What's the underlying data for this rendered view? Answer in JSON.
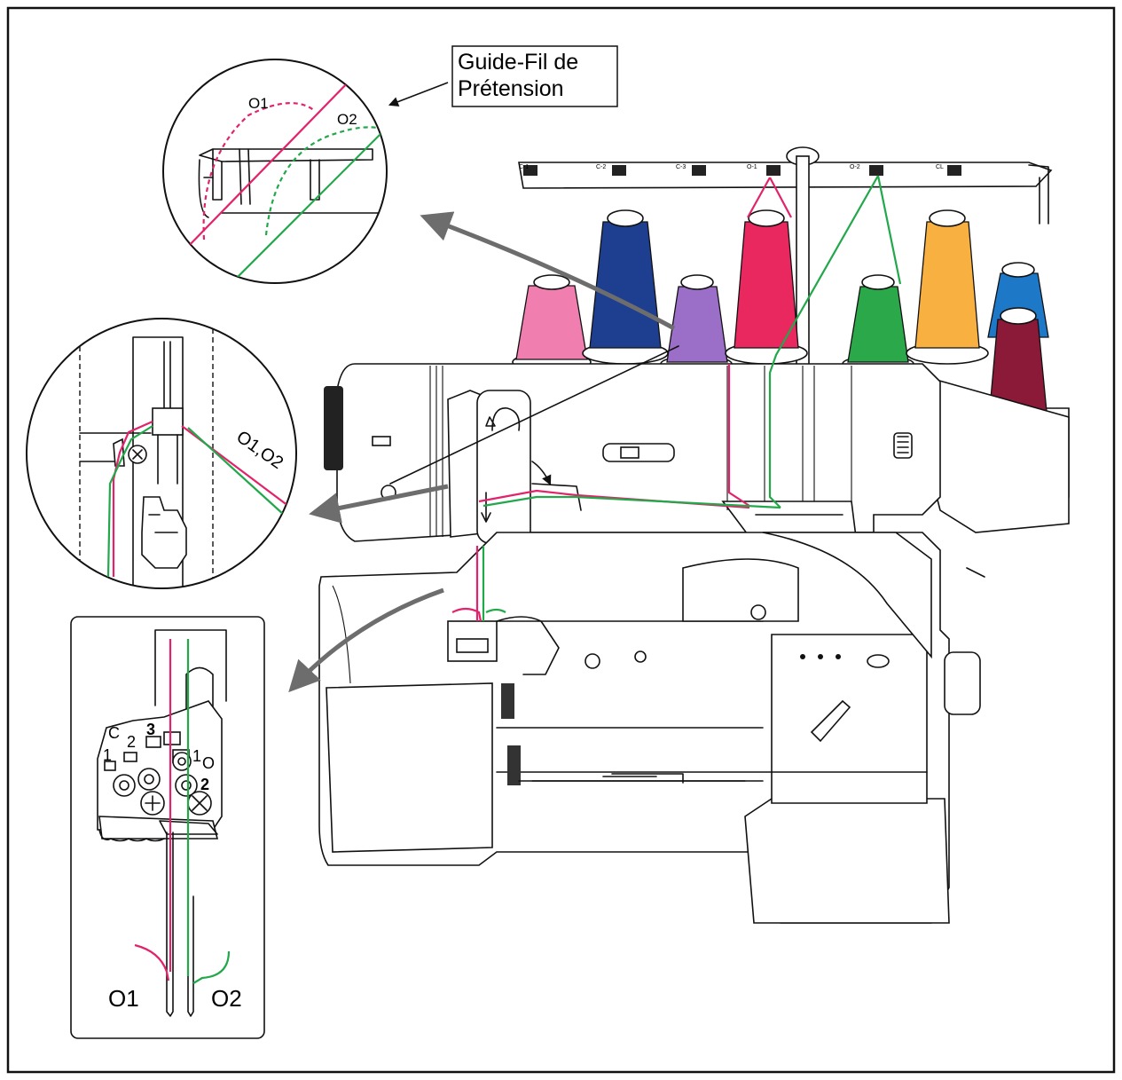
{
  "labels": {
    "pretension_guide_line1": "Guide-Fil de",
    "pretension_guide_line2": "Prétension",
    "o1": "O1",
    "o2": "O2",
    "o1_o2": "O1,O2",
    "bottom_o1": "O1",
    "bottom_o2": "O2"
  },
  "needle_clamp": {
    "c": "C",
    "n1": "1",
    "n2": "2",
    "n3": "3",
    "o_one": "1",
    "o_letter": "O",
    "o_two": "2"
  },
  "spool_stand_marks": [
    "C-1",
    "C-2",
    "C-3",
    "O-1",
    "O-2",
    "CL"
  ],
  "colors": {
    "thread_o1": "#e2236b",
    "thread_o2": "#22a84a",
    "cone_pink": "#f07fb0",
    "cone_navy": "#1e3f8f",
    "cone_purple": "#9b6fc7",
    "cone_red": "#e8285e",
    "cone_green": "#2aa84a",
    "cone_orange": "#f8b040",
    "cone_blue": "#1e78c8",
    "cone_maroon": "#8a1a38",
    "arrow_gray": "#6d6d6d"
  }
}
